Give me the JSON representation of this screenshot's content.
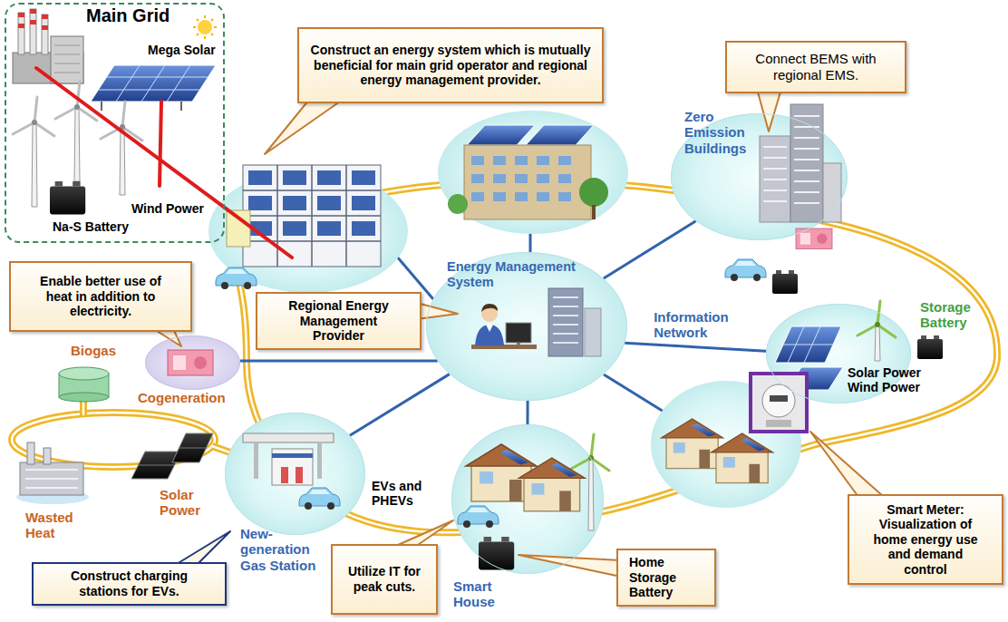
{
  "diagram": {
    "nodes": [
      {
        "text": [
          "Main Grid"
        ]
      },
      {
        "text": [
          "Construct an energy system which is mutually beneficial for main grid operator and regional energy management provider."
        ]
      },
      {
        "text": [
          "Connect BEMS with regional EMS."
        ]
      },
      {
        "text": [
          "Zero Emission Buildings"
        ]
      },
      {
        "text": [
          "Energy Management System"
        ]
      },
      {
        "text": [
          "Enable better use of heat in addition to electricity."
        ]
      },
      {
        "text": [
          "Regional Energy Management Provider"
        ]
      },
      {
        "text": [
          "Storage Battery",
          "Solar Power Wind Power"
        ]
      },
      {
        "text": [
          "Cogeneration"
        ]
      },
      {
        "text": [
          "New-generation Gas Station"
        ]
      },
      {
        "text": [
          "Smart House"
        ]
      },
      {
        "text": [
          "Smart Meter: Visualization of home energy use and demand control"
        ]
      },
      {
        "text": [
          "Utilize IT for peak cuts."
        ]
      },
      {
        "text": [
          "Home Storage Battery"
        ]
      },
      {
        "text": [
          "Construct charging stations for EVs."
        ]
      }
    ],
    "edges": [
      {
        "from": 4,
        "to": 3,
        "arrow": "none"
      },
      {
        "from": 4,
        "to": 7,
        "label": "Information Network",
        "arrow": "none"
      },
      {
        "from": 4,
        "to": 8,
        "arrow": "none"
      },
      {
        "from": 4,
        "to": 9,
        "arrow": "none"
      },
      {
        "from": 4,
        "to": 10,
        "arrow": "none"
      }
    ],
    "labels": [
      "Mega Solar",
      "Wind Power",
      "Na-S Battery",
      "Biogas",
      "Wasted Heat",
      "Solar Power",
      "EVs and PHEVs"
    ]
  }
}
